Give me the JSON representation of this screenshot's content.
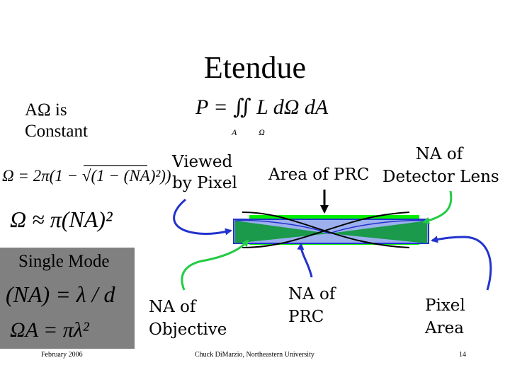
{
  "slide": {
    "title": "Etendue",
    "constant_line1": "AΩ is",
    "constant_line2": "Constant",
    "viewed_line1": "Viewed",
    "viewed_line2": "by Pixel",
    "na_detector_line1": "NA of",
    "na_detector_line2": "Detector Lens",
    "area_prc": "Area of PRC",
    "single_mode": "Single Mode",
    "na_objective_line1": "NA of",
    "na_objective_line2": "Objective",
    "na_prc_line1": "NA of",
    "na_prc_line2": "PRC",
    "pixel_area_line1": "Pixel",
    "pixel_area_line2": "Area"
  },
  "equations": {
    "power": "P = ∬ L dΩ dA",
    "power_limits": "A Ω",
    "solid_angle_exact": "Ω = 2π(1 − √(1 − (NA)²))",
    "solid_angle_approx": "Ω ≈ π(NA)²",
    "single_mode_na": "(NA) = λ / d",
    "single_mode_etendue": "ΩA = πλ²"
  },
  "footer": {
    "date": "February 2006",
    "author": "Chuck DiMarzio, Northeastern University",
    "page": "14"
  },
  "colors": {
    "arrow_blue": "#2233cc",
    "arrow_green": "#22cc44",
    "bright_green": "#00ee00",
    "dark_green": "#1a9a4a",
    "pixel_fill": "#9db0ee",
    "panel_gray": "#808080"
  }
}
